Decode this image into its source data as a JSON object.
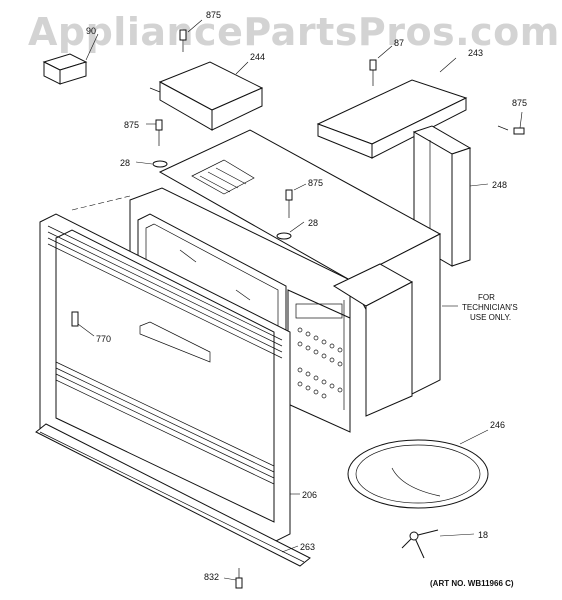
{
  "watermark": "AppliancePartsPros.com",
  "labels": {
    "p90": "90",
    "p875a": "875",
    "p244": "244",
    "p87": "87",
    "p243": "243",
    "p875b": "875",
    "p875c": "875",
    "p28a": "28",
    "p875d": "875",
    "p28b": "28",
    "p248": "248",
    "p770": "770",
    "p246": "246",
    "p206": "206",
    "p18": "18",
    "p263": "263",
    "p832": "832"
  },
  "technician_note": [
    "FOR",
    "TECHNICIAN'S",
    "USE ONLY."
  ],
  "art_no": "(ART NO. WB11966 C)"
}
